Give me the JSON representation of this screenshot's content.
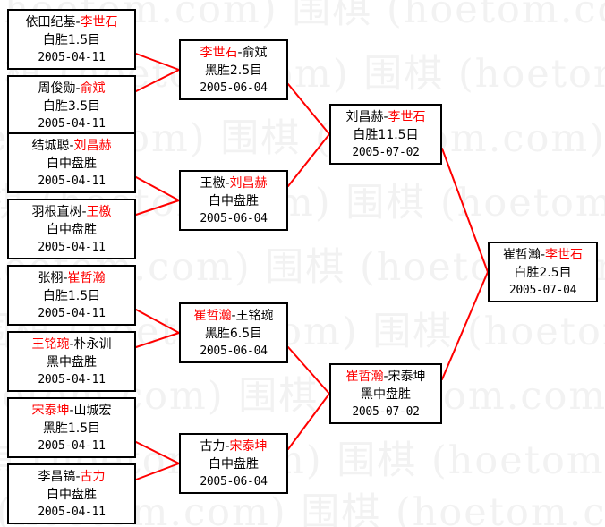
{
  "diagram": {
    "type": "single-elimination-bracket",
    "accent_color": "#ff0000",
    "line_color": "#ff0000",
    "box_border_color": "#000000",
    "background_color": "#ffffff",
    "watermark": {
      "text": "围棋 (hoetom.com)",
      "color": "#f2f2f2"
    }
  },
  "rounds": [
    {
      "name": "round-1",
      "matches": [
        {
          "left_player": "依田纪基",
          "right_player": "李世石",
          "winner": "right",
          "result": "白胜1.5目",
          "date": "2005-04-11"
        },
        {
          "left_player": "周俊勋",
          "right_player": "俞斌",
          "winner": "right",
          "result": "白胜3.5目",
          "date": "2005-04-11"
        },
        {
          "left_player": "结城聪",
          "right_player": "刘昌赫",
          "winner": "right",
          "result": "白中盘胜",
          "date": "2005-04-11"
        },
        {
          "left_player": "羽根直树",
          "right_player": "王檄",
          "winner": "right",
          "result": "白中盘胜",
          "date": "2005-04-11"
        },
        {
          "left_player": "张栩",
          "right_player": "崔哲瀚",
          "winner": "right",
          "result": "白胜1.5目",
          "date": "2005-04-11"
        },
        {
          "left_player": "王铭琬",
          "right_player": "朴永训",
          "winner": "left",
          "result": "黑中盘胜",
          "date": "2005-04-11"
        },
        {
          "left_player": "宋泰坤",
          "right_player": "山城宏",
          "winner": "left",
          "result": "黑胜1.5目",
          "date": "2005-04-11"
        },
        {
          "left_player": "李昌镐",
          "right_player": "古力",
          "winner": "right",
          "result": "白中盘胜",
          "date": "2005-04-11"
        }
      ]
    },
    {
      "name": "round-2",
      "matches": [
        {
          "left_player": "李世石",
          "right_player": "俞斌",
          "winner": "left",
          "result": "黑胜2.5目",
          "date": "2005-06-04"
        },
        {
          "left_player": "王檄",
          "right_player": "刘昌赫",
          "winner": "right",
          "result": "白中盘胜",
          "date": "2005-06-04"
        },
        {
          "left_player": "崔哲瀚",
          "right_player": "王铭琬",
          "winner": "left",
          "result": "黑胜6.5目",
          "date": "2005-06-04"
        },
        {
          "left_player": "古力",
          "right_player": "宋泰坤",
          "winner": "right",
          "result": "白中盘胜",
          "date": "2005-06-04"
        }
      ]
    },
    {
      "name": "semifinal",
      "matches": [
        {
          "left_player": "刘昌赫",
          "right_player": "李世石",
          "winner": "right",
          "result": "白胜11.5目",
          "date": "2005-07-02"
        },
        {
          "left_player": "崔哲瀚",
          "right_player": "宋泰坤",
          "winner": "left",
          "result": "黑中盘胜",
          "date": "2005-07-02"
        }
      ]
    },
    {
      "name": "final",
      "matches": [
        {
          "left_player": "崔哲瀚",
          "right_player": "李世石",
          "winner": "right",
          "result": "白胜2.5目",
          "date": "2005-07-04"
        }
      ]
    }
  ],
  "separator": "-"
}
